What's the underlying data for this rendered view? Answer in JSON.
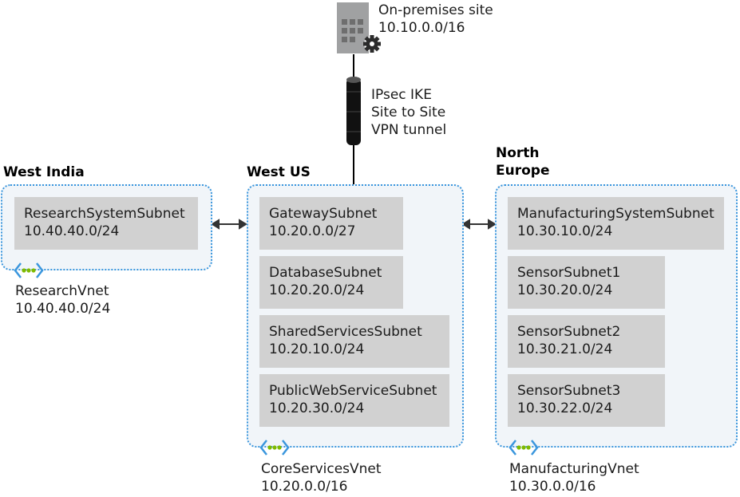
{
  "onprem": {
    "name": "On-premises site",
    "cidr": "10.10.0.0/16"
  },
  "tunnel": {
    "lines": [
      "IPsec IKE",
      "Site to Site",
      "VPN tunnel"
    ]
  },
  "regions": {
    "west_india": "West India",
    "west_us": "West US",
    "north_europe_line1": "North",
    "north_europe_line2": "Europe"
  },
  "research_vnet": {
    "name": "ResearchVnet",
    "cidr": "10.40.40.0/24",
    "subnets": [
      {
        "name": "ResearchSystemSubnet",
        "cidr": "10.40.40.0/24"
      }
    ]
  },
  "core_vnet": {
    "name": "CoreServicesVnet",
    "cidr": "10.20.0.0/16",
    "subnets": [
      {
        "name": "GatewaySubnet",
        "cidr": "10.20.0.0/27"
      },
      {
        "name": "DatabaseSubnet",
        "cidr": "10.20.20.0/24"
      },
      {
        "name": "SharedServicesSubnet",
        "cidr": "10.20.10.0/24"
      },
      {
        "name": "PublicWebServiceSubnet",
        "cidr": "10.20.30.0/24"
      }
    ]
  },
  "manufacturing_vnet": {
    "name": "ManufacturingVnet",
    "cidr": "10.30.0.0/16",
    "subnets": [
      {
        "name": "ManufacturingSystemSubnet",
        "cidr": "10.30.10.0/24"
      },
      {
        "name": "SensorSubnet1",
        "cidr": "10.30.20.0/24"
      },
      {
        "name": "SensorSubnet2",
        "cidr": "10.30.21.0/24"
      },
      {
        "name": "SensorSubnet3",
        "cidr": "10.30.22.0/24"
      }
    ]
  },
  "colors": {
    "vnet_border": "#3a96dd",
    "vnet_fill": "#f1f5f9",
    "subnet_fill": "#d1d1d1",
    "vnet_icon_dots": "#7fba00",
    "vnet_icon_chevrons": "#3a96dd",
    "building": "#a0a1a2"
  },
  "icons": {
    "onprem": "building-gear-icon",
    "tunnel": "vpn-tunnel-icon",
    "vnet": "virtual-network-icon",
    "peering": "double-arrow-icon"
  }
}
